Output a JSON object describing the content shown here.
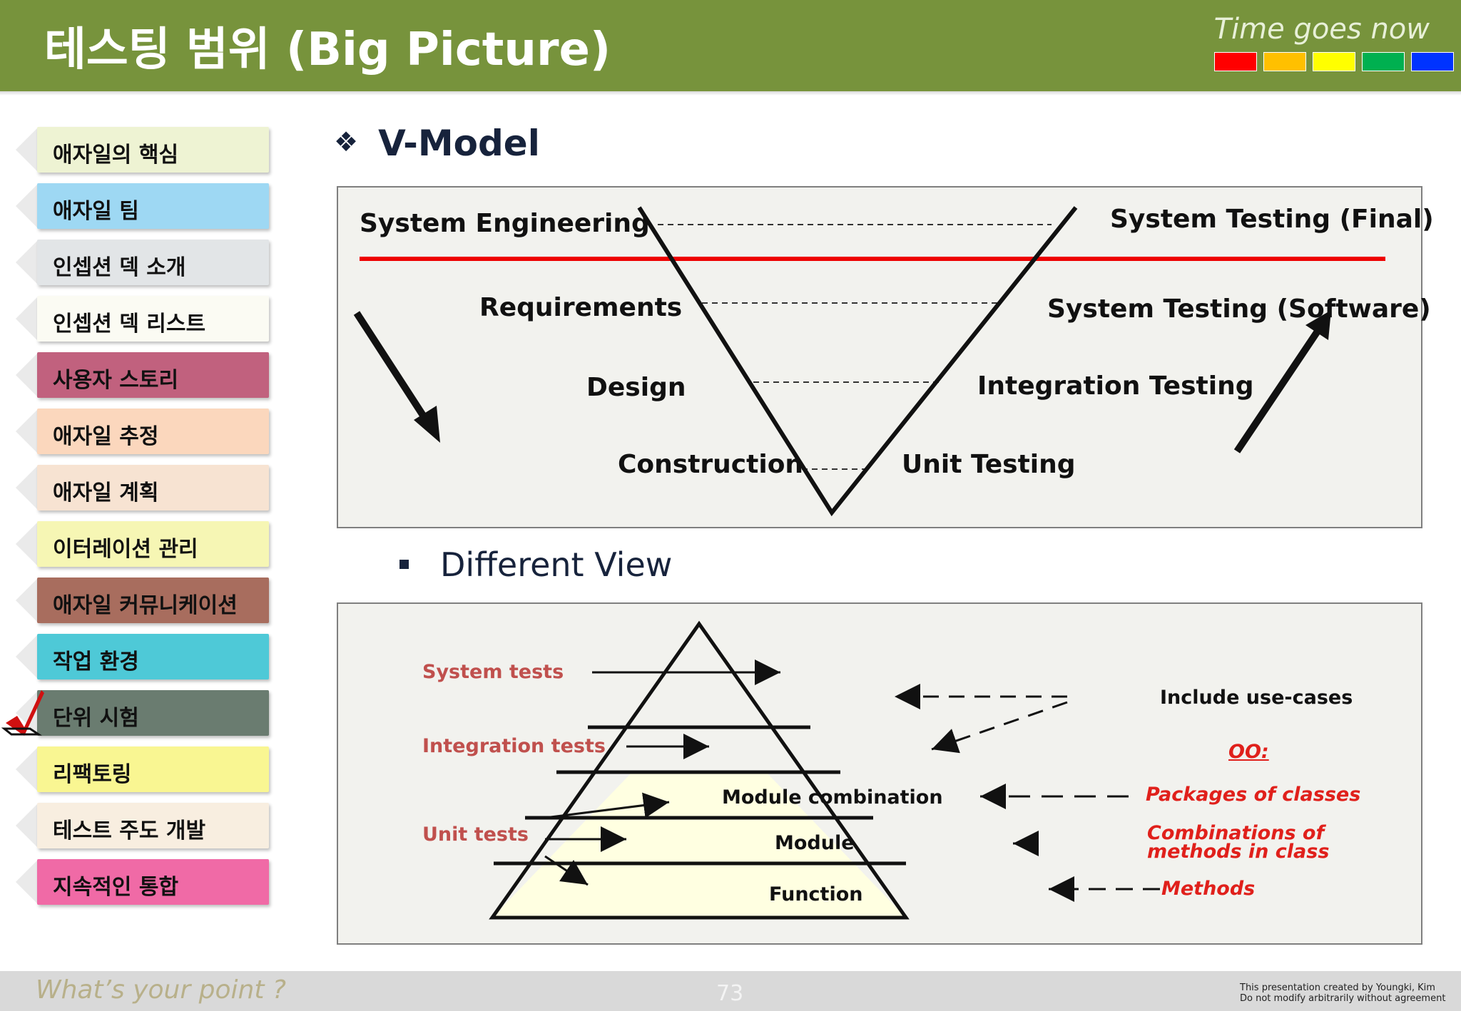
{
  "header": {
    "title": "테스팅 범위 (Big Picture)",
    "tagline": "Time goes now",
    "swatch_colors": [
      "#ff0000",
      "#ffc000",
      "#ffff00",
      "#00b050",
      "#0033ff"
    ]
  },
  "sidebar": {
    "items": [
      {
        "label": "애자일의 핵심",
        "color": "#eef3d3",
        "selected": false
      },
      {
        "label": "애자일 팀",
        "color": "#9ed8f3",
        "selected": false
      },
      {
        "label": "인셉션 덱 소개",
        "color": "#e2e5e7",
        "selected": false
      },
      {
        "label": "인셉션 덱 리스트",
        "color": "#fbfbf3",
        "selected": false
      },
      {
        "label": "사용자 스토리",
        "color": "#c1617e",
        "selected": false
      },
      {
        "label": "애자일 추정",
        "color": "#fbd7bd",
        "selected": false
      },
      {
        "label": "애자일 계획",
        "color": "#f7e3d2",
        "selected": false
      },
      {
        "label": "이터레이션 관리",
        "color": "#f6f6b4",
        "selected": false
      },
      {
        "label": "애자일 커뮤니케이션",
        "color": "#a86d5e",
        "selected": false
      },
      {
        "label": "작업 환경",
        "color": "#4ec9d7",
        "selected": false
      },
      {
        "label": "단위 시험",
        "color": "#6a7c70",
        "selected": true
      },
      {
        "label": "리팩토링",
        "color": "#f9f692",
        "selected": false
      },
      {
        "label": "테스트 주도 개발",
        "color": "#f8eee0",
        "selected": false
      },
      {
        "label": "지속적인 통합",
        "color": "#f06aa6",
        "selected": false
      }
    ]
  },
  "vmodel": {
    "title": "V-Model",
    "left_stages": [
      "System Engineering",
      "Requirements",
      "Design",
      "Construction"
    ],
    "right_stages": [
      "System Testing (Final)",
      "System Testing (Software)",
      "Integration Testing",
      "Unit Testing"
    ]
  },
  "different_view": {
    "title": "Different View",
    "left_labels": [
      "System tests",
      "Integration tests",
      "Unit tests"
    ],
    "pyramid_layers": [
      "Module combination",
      "Module",
      "Function"
    ],
    "right_labels": {
      "use_cases": "Include use-cases",
      "oo": "OO:",
      "packages": "Packages of classes",
      "combinations_line1": "Combinations of",
      "combinations_line2": "methods in class",
      "methods": "Methods"
    }
  },
  "footer": {
    "slogan": "What’s your point ?",
    "page_number": "73",
    "credit_line1": "This presentation created by  Youngki, Kim",
    "credit_line2": "Do not modify arbitrarily without agreement"
  }
}
